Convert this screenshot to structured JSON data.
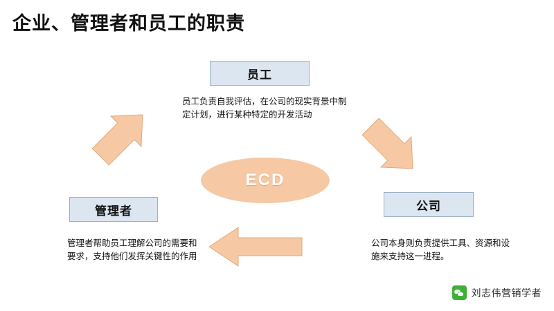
{
  "title": "企业、管理者和员工的职责",
  "diagram": {
    "center": {
      "label": "ECD",
      "shape": "ellipse",
      "fill": "#f6c9a4"
    },
    "nodes": [
      {
        "id": "employee",
        "label": "员工",
        "description": "员工负责自我评估，在公司的现实背景中制定计划，进行某种特定的开发活动"
      },
      {
        "id": "company",
        "label": "公司",
        "description": "公司本身则负责提供工具、资源和设施来支持这一进程。"
      },
      {
        "id": "manager",
        "label": "管理者",
        "description": "管理者帮助员工理解公司的需要和要求，支持他们发挥关键性的作用"
      }
    ],
    "arrows": [
      {
        "id": "arrow-manager-to-employee",
        "direction": "up-left"
      },
      {
        "id": "arrow-employee-to-company",
        "direction": "down-right"
      },
      {
        "id": "arrow-company-to-manager",
        "direction": "left"
      }
    ],
    "colors": {
      "box_fill": "#dce6f1",
      "box_border": "#9ab0c8",
      "arrow_fill": "#f6c9a4",
      "arrow_border": "#e0a878"
    }
  },
  "watermark": {
    "icon": "wechat-icon",
    "text": "刘志伟营销学者"
  }
}
